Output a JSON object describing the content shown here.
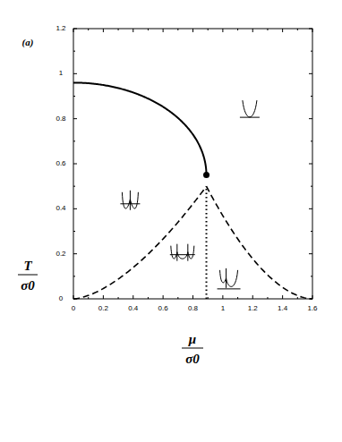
{
  "diagram": {
    "labels": [
      "(a)",
      "0",
      "0.2",
      "0.4",
      "0.6",
      "0.8",
      "1",
      "1.2",
      "0",
      "0.2",
      "0.4",
      "0.6",
      "0.8",
      "1",
      "1.2",
      "1.4",
      "1.6",
      "T",
      "σ0",
      "μ",
      "σ0"
    ]
  }
}
